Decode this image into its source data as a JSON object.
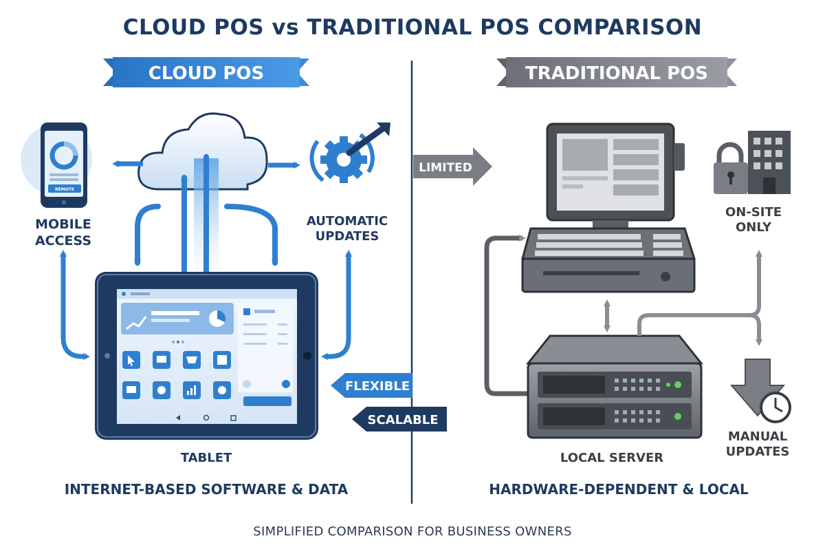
{
  "title": "CLOUD POS vs TRADITIONAL POS COMPARISON",
  "cloud": {
    "banner": "CLOUD POS",
    "mobile_label_1": "MOBILE",
    "mobile_label_2": "ACCESS",
    "phone_button": "REMOTE",
    "updates_label_1": "AUTOMATIC",
    "updates_label_2": "UPDATES",
    "tablet_label": "TABLET",
    "caption": "INTERNET-BASED SOFTWARE & DATA",
    "flexible": "FLEXIBLE",
    "scalable": "SCALABLE"
  },
  "traditional": {
    "banner": "TRADITIONAL POS",
    "limited": "LIMITED",
    "onsite_label_1": "ON-SITE",
    "onsite_label_2": "ONLY",
    "manual_label_1": "MANUAL",
    "manual_label_2": "UPDATES",
    "server_label": "LOCAL SERVER",
    "caption": "HARDWARE-DEPENDENT & LOCAL"
  },
  "footer": "SIMPLIFIED COMPARISON FOR BUSINESS OWNERS",
  "colors": {
    "cloud_blue": "#2f7fd0",
    "navy": "#1f3a60",
    "gray": "#7a7e84"
  }
}
